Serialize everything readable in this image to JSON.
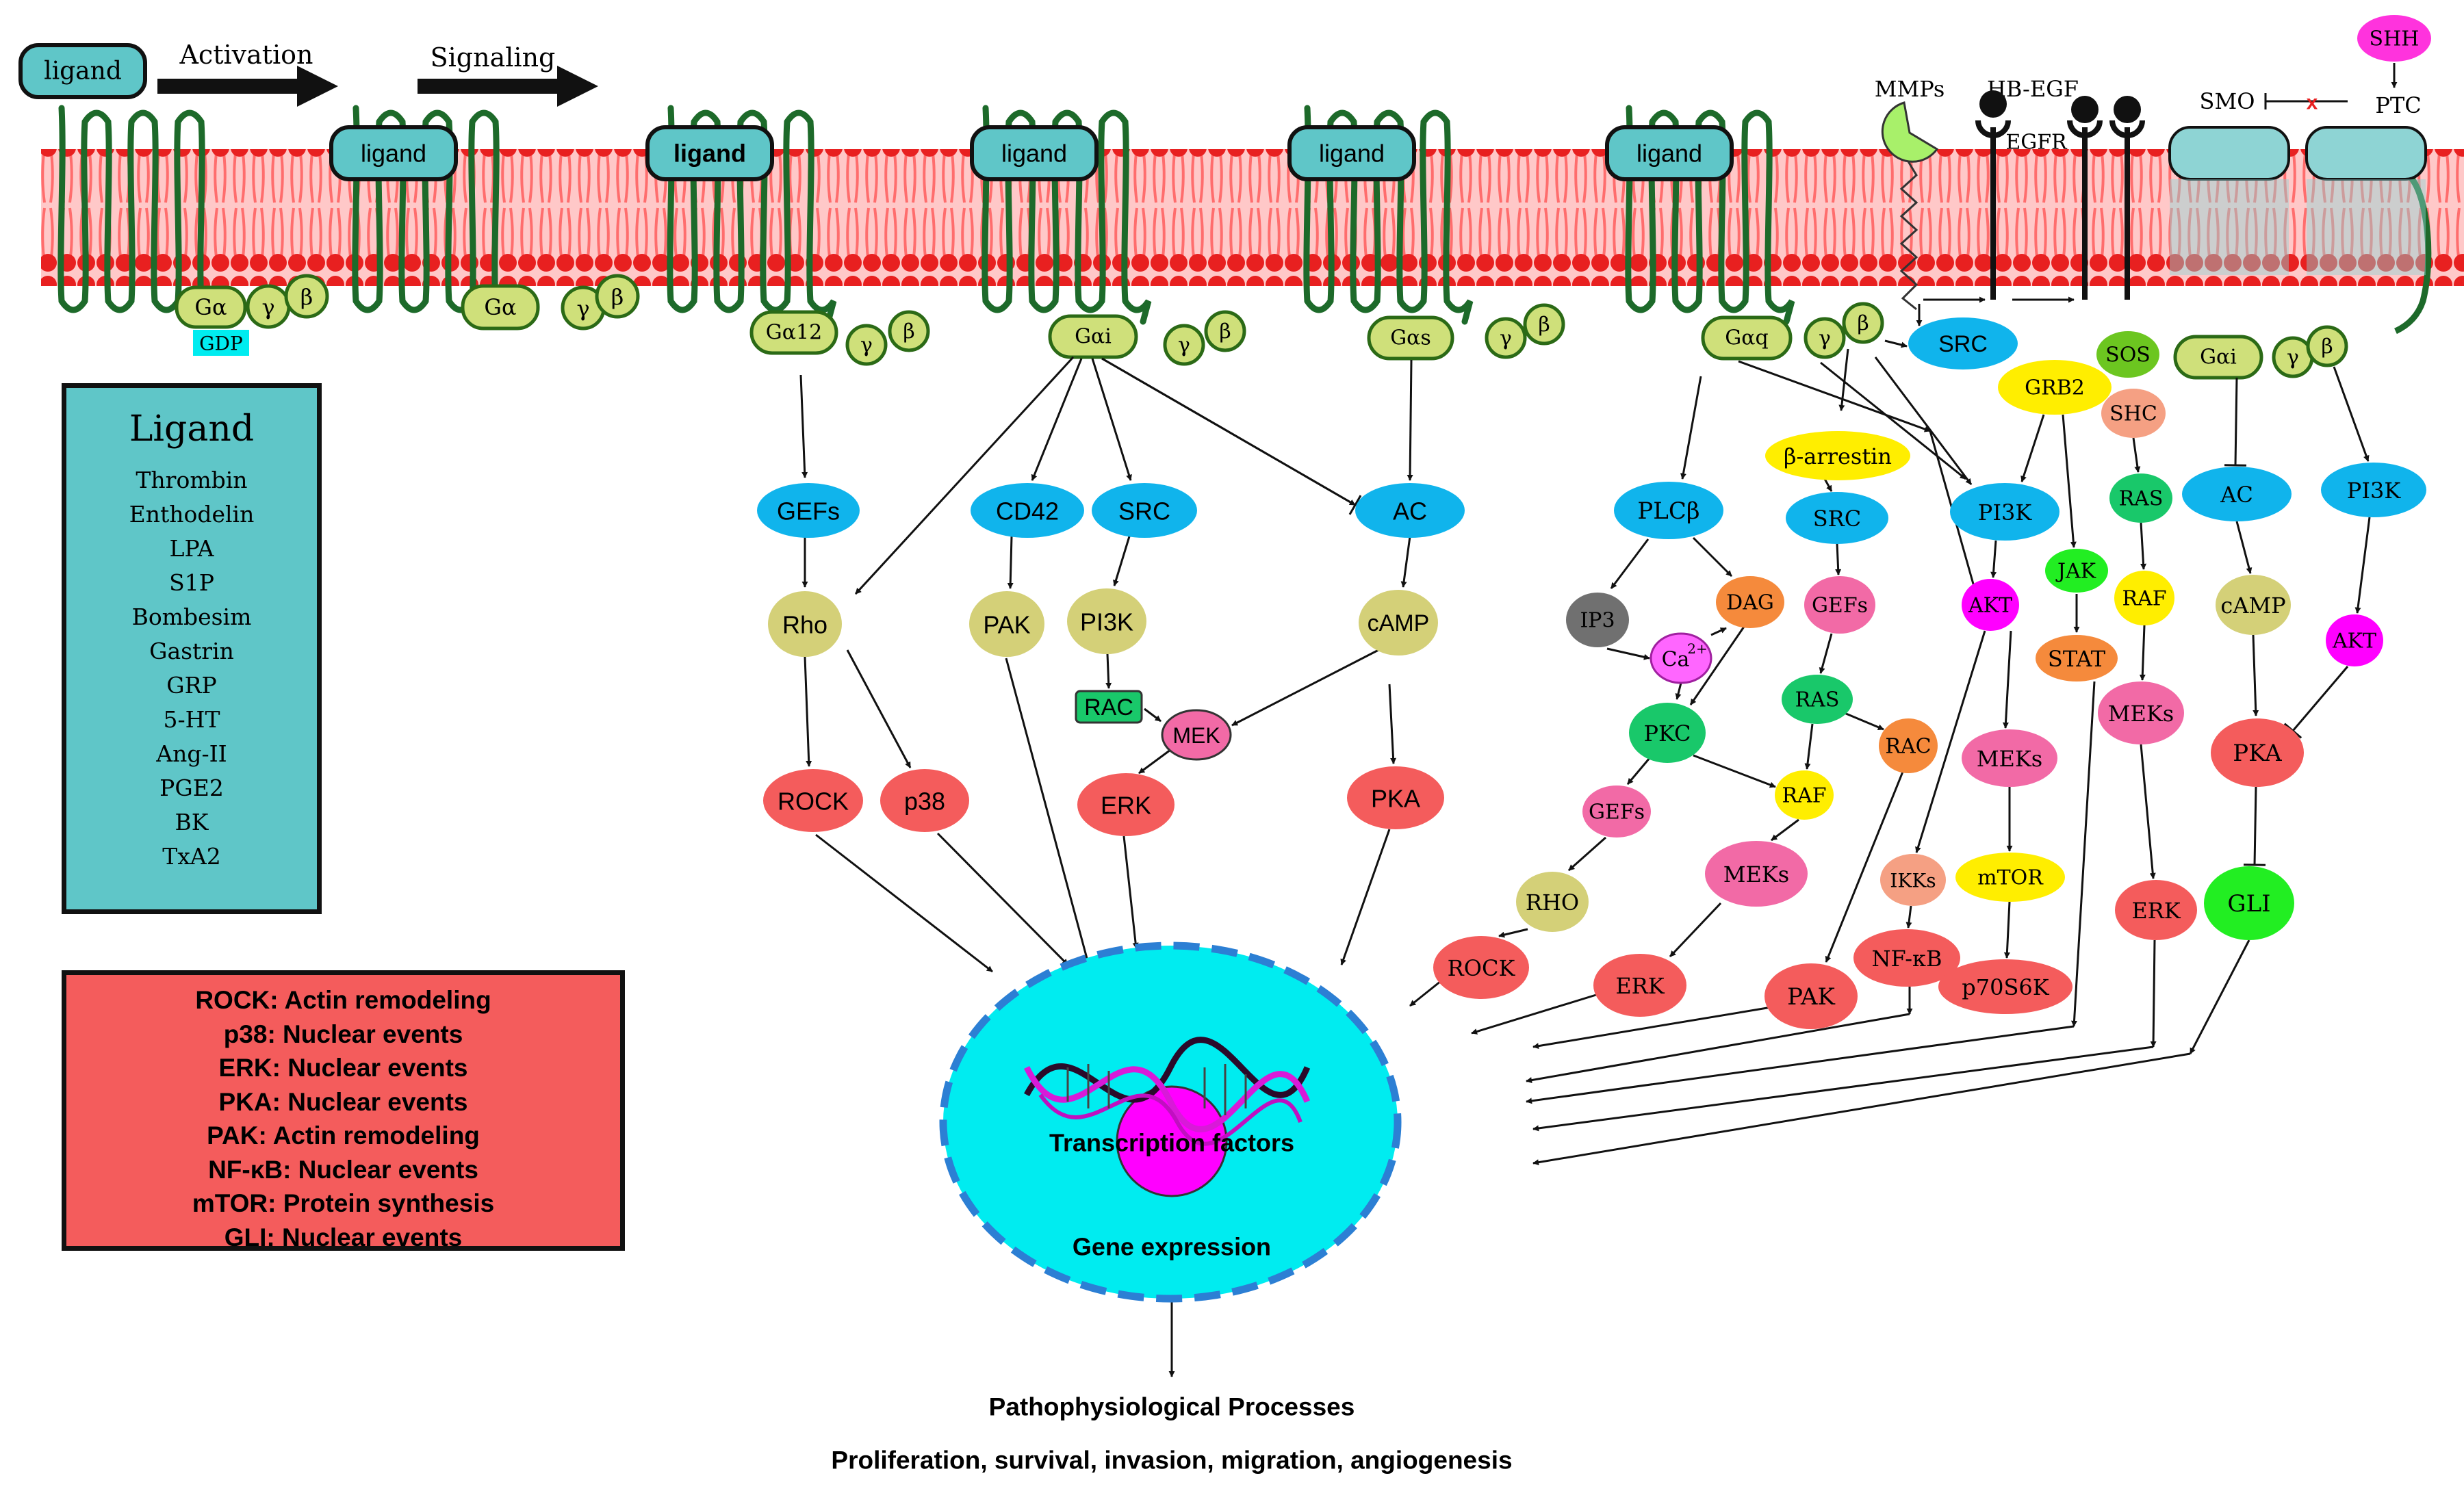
{
  "legend_ligand": {
    "title": "Ligand",
    "items": [
      "Thrombin",
      "Enthodelin",
      "LPA",
      "S1P",
      "Bombesim",
      "Gastrin",
      "GRP",
      "5-HT",
      "Ang-II",
      "PGE2",
      "BK",
      "TxA2"
    ]
  },
  "legend_functions": [
    "ROCK: Actin remodeling",
    "p38: Nuclear events",
    "ERK: Nuclear events",
    "PKA: Nuclear events",
    "PAK: Actin remodeling",
    "NF-κB: Nuclear events",
    "mTOR: Protein synthesis",
    "GLI: Nuclear events"
  ],
  "top_flow": {
    "activation": "Activation",
    "signaling": "Signaling"
  },
  "ligand_label": "ligand",
  "gprotein": {
    "alpha": "Gα",
    "gamma": "γ",
    "beta": "β",
    "gdp": "GDP",
    "a12": "Gα12",
    "ai": "Gαi",
    "as": "Gαs",
    "aq": "Gαq"
  },
  "receptor_tyrosine": {
    "mmps": "MMPs",
    "hbegf": "HB-EGF",
    "egfr": "EGFR"
  },
  "hedgehog": {
    "shh": "SHH",
    "smo": "SMO",
    "ptc": "PTC",
    "block": "x"
  },
  "nodes": {
    "gefs": "GEFs",
    "rho": "Rho",
    "rock": "ROCK",
    "p38": "p38",
    "cd42": "CD42",
    "src": "SRC",
    "pak": "PAK",
    "pi3k": "PI3K",
    "rac": "RAC",
    "mek": "MEK",
    "erk": "ERK",
    "ac": "AC",
    "camp": "cAMP",
    "pka": "PKA",
    "plcb": "PLCβ",
    "ip3": "IP3",
    "dag": "DAG",
    "ca": "Ca",
    "ca_sup": "2+",
    "pkc": "PKC",
    "rho_upper": "RHO",
    "beta_arrestin": "β-arrestin",
    "ras": "RAS",
    "raf": "RAF",
    "meks": "MEKs",
    "akt": "AKT",
    "ikks": "IKKs",
    "nfkb": "NF-κB",
    "mtor": "mTOR",
    "p70s6k": "p70S6K",
    "grb2": "GRB2",
    "jak": "JAK",
    "stat": "STAT",
    "sos": "SOS",
    "shc": "SHC",
    "gli": "GLI"
  },
  "nucleus": {
    "tf": "Transcription factors",
    "ge": "Gene expression",
    "patho": "Pathophysiological Processes",
    "outcomes": "Proliferation, survival, invasion, migration, angiogenesis"
  },
  "colors": {
    "membrane": "#e82020",
    "membrane_tail": "#ff9a9a",
    "receptor": "#1d6a2a",
    "ligand": "#5fc6c8",
    "gprotein": "#cfe07a",
    "blue": "#10b4ec",
    "olive": "#d4d078",
    "red": "#f45c5c",
    "pink": "#f26aa6",
    "magenta": "#ff00ff",
    "green": "#19c86a",
    "yellow": "#ffee00",
    "orange": "#f58a3c",
    "lime": "#22ee22",
    "nucleus": "#00ecf0"
  }
}
